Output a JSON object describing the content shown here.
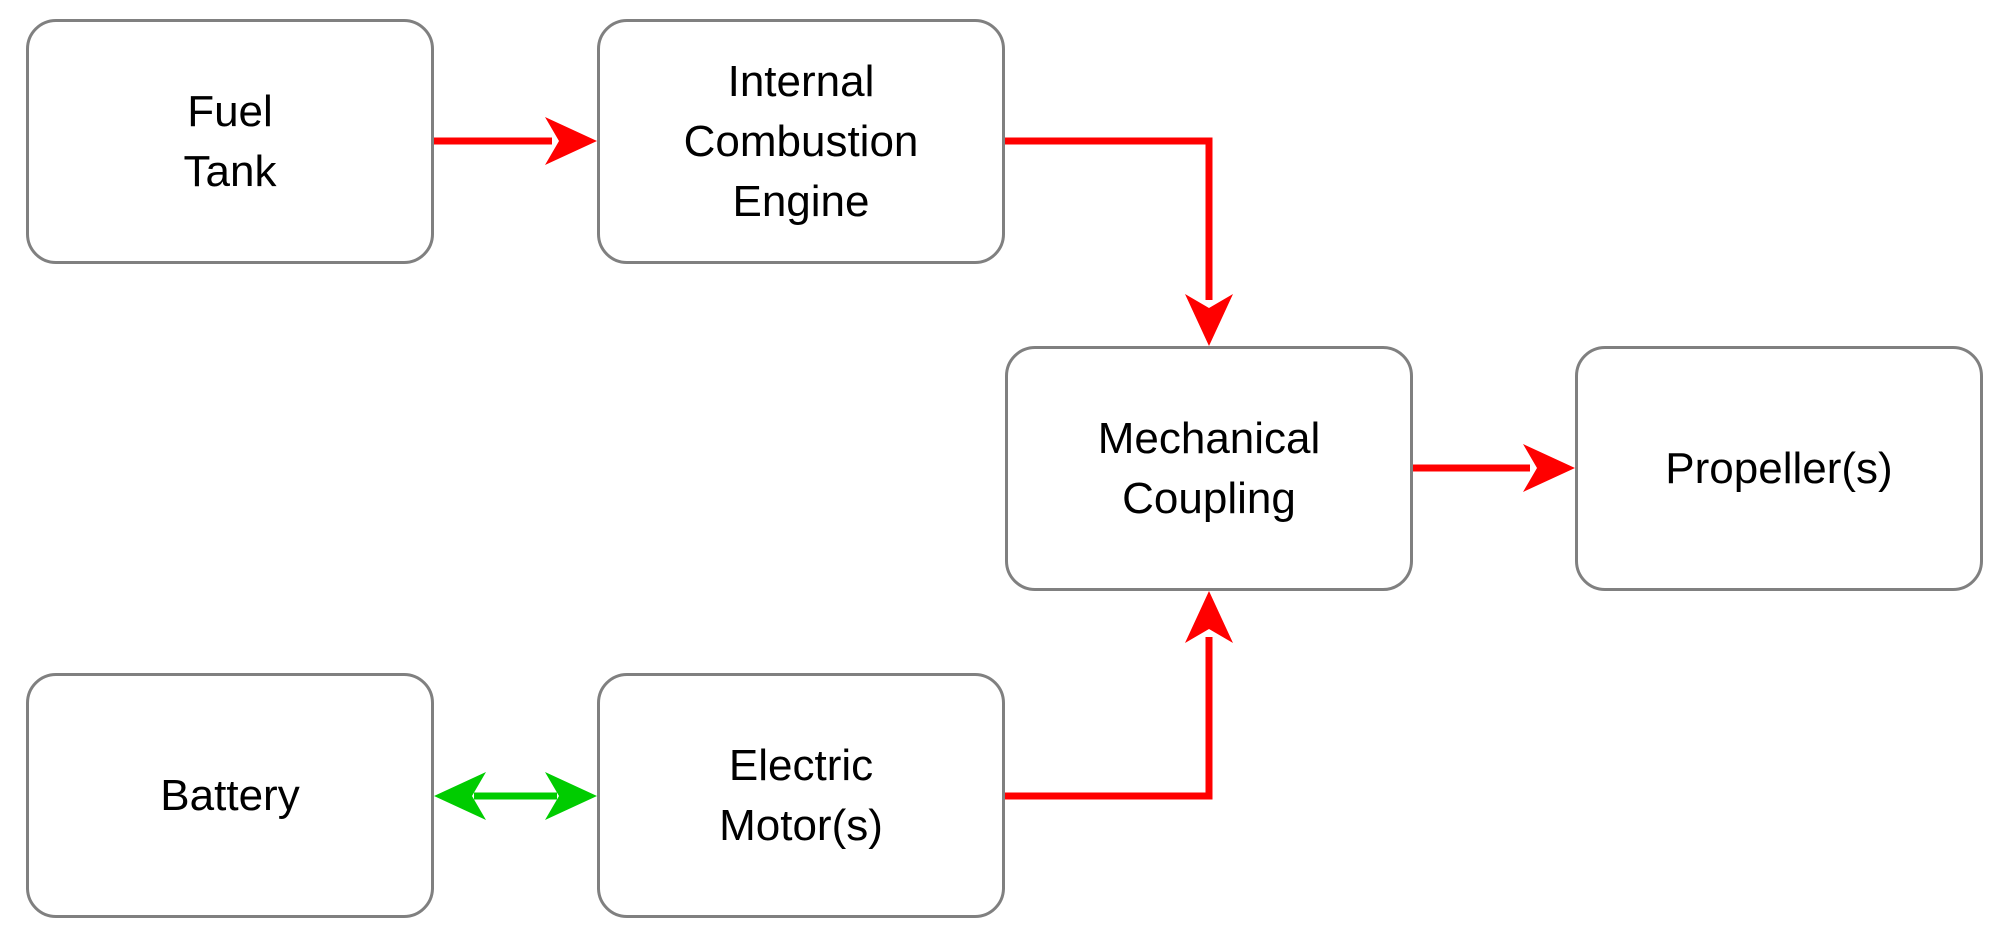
{
  "diagram": {
    "colors": {
      "power_flow": "#ff0000",
      "bidirectional_flow": "#00cc00",
      "box_border": "#808080"
    },
    "nodes": {
      "fuel_tank": {
        "label": "Fuel\nTank"
      },
      "engine": {
        "label": "Internal\nCombustion\nEngine"
      },
      "mechanical_coupling": {
        "label": "Mechanical\nCoupling"
      },
      "propellers": {
        "label": "Propeller(s)"
      },
      "battery": {
        "label": "Battery"
      },
      "electric_motors": {
        "label": "Electric\nMotor(s)"
      }
    },
    "edges": [
      {
        "from": "fuel_tank",
        "to": "engine",
        "color": "red",
        "direction": "forward"
      },
      {
        "from": "engine",
        "to": "mechanical_coupling",
        "color": "red",
        "direction": "forward"
      },
      {
        "from": "electric_motors",
        "to": "mechanical_coupling",
        "color": "red",
        "direction": "forward"
      },
      {
        "from": "mechanical_coupling",
        "to": "propellers",
        "color": "red",
        "direction": "forward"
      },
      {
        "from": "battery",
        "to": "electric_motors",
        "color": "green",
        "direction": "both"
      }
    ]
  }
}
